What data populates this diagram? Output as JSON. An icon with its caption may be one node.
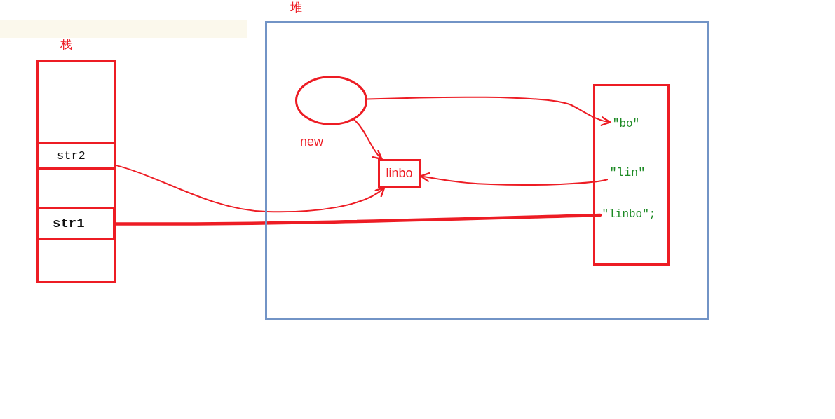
{
  "diagram": {
    "nodes": [
      {
        "text": [
          "栈"
        ]
      },
      {
        "text": [
          "str2"
        ],
        "in": 0
      },
      {
        "text": [
          "str1"
        ],
        "in": 0
      },
      {
        "text": [
          "堆"
        ]
      },
      {
        "text": [],
        "shape": "ellipse",
        "beside": [
          "new"
        ],
        "in": 3
      },
      {
        "text": [
          "linbo"
        ],
        "in": 3
      },
      {
        "text": [],
        "shape": "box",
        "in": 3
      },
      {
        "text": [
          "\"bo\""
        ],
        "in": 6
      },
      {
        "text": [
          "\"lin\""
        ],
        "in": 6
      },
      {
        "text": [
          "\"linbo\";"
        ],
        "in": 6
      }
    ],
    "edges": [
      {
        "from": 1,
        "to": 5,
        "arrow": "to"
      },
      {
        "from": 2,
        "to": 9,
        "arrow": "none",
        "style": "thick"
      },
      {
        "from": 4,
        "to": 5,
        "arrow": "to"
      },
      {
        "from": 4,
        "to": 7,
        "arrow": "to"
      },
      {
        "from": 8,
        "to": 5,
        "arrow": "to"
      }
    ]
  }
}
